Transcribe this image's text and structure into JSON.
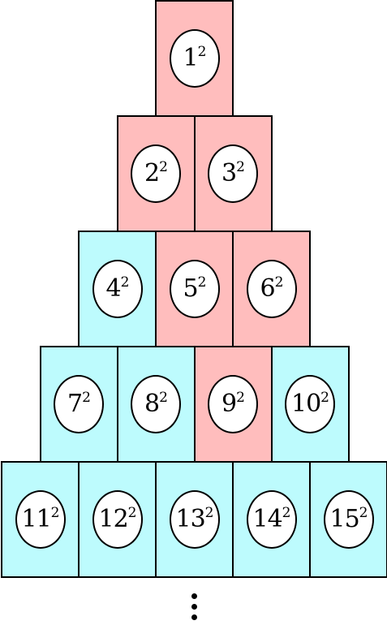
{
  "colors": {
    "red": "#ffbdbd",
    "cyan": "#bdfbfd",
    "border": "#000000",
    "circle_fill": "#ffffff"
  },
  "rows": [
    [
      {
        "base": "1",
        "exponent": "2",
        "color": "red"
      }
    ],
    [
      {
        "base": "2",
        "exponent": "2",
        "color": "red"
      },
      {
        "base": "3",
        "exponent": "2",
        "color": "red"
      }
    ],
    [
      {
        "base": "4",
        "exponent": "2",
        "color": "cyan"
      },
      {
        "base": "5",
        "exponent": "2",
        "color": "red"
      },
      {
        "base": "6",
        "exponent": "2",
        "color": "red"
      }
    ],
    [
      {
        "base": "7",
        "exponent": "2",
        "color": "cyan"
      },
      {
        "base": "8",
        "exponent": "2",
        "color": "cyan"
      },
      {
        "base": "9",
        "exponent": "2",
        "color": "red"
      },
      {
        "base": "10",
        "exponent": "2",
        "color": "cyan"
      }
    ],
    [
      {
        "base": "11",
        "exponent": "2",
        "color": "cyan"
      },
      {
        "base": "12",
        "exponent": "2",
        "color": "cyan"
      },
      {
        "base": "13",
        "exponent": "2",
        "color": "cyan"
      },
      {
        "base": "14",
        "exponent": "2",
        "color": "cyan"
      },
      {
        "base": "15",
        "exponent": "2",
        "color": "cyan"
      }
    ]
  ],
  "continuation": "vertical-ellipsis"
}
